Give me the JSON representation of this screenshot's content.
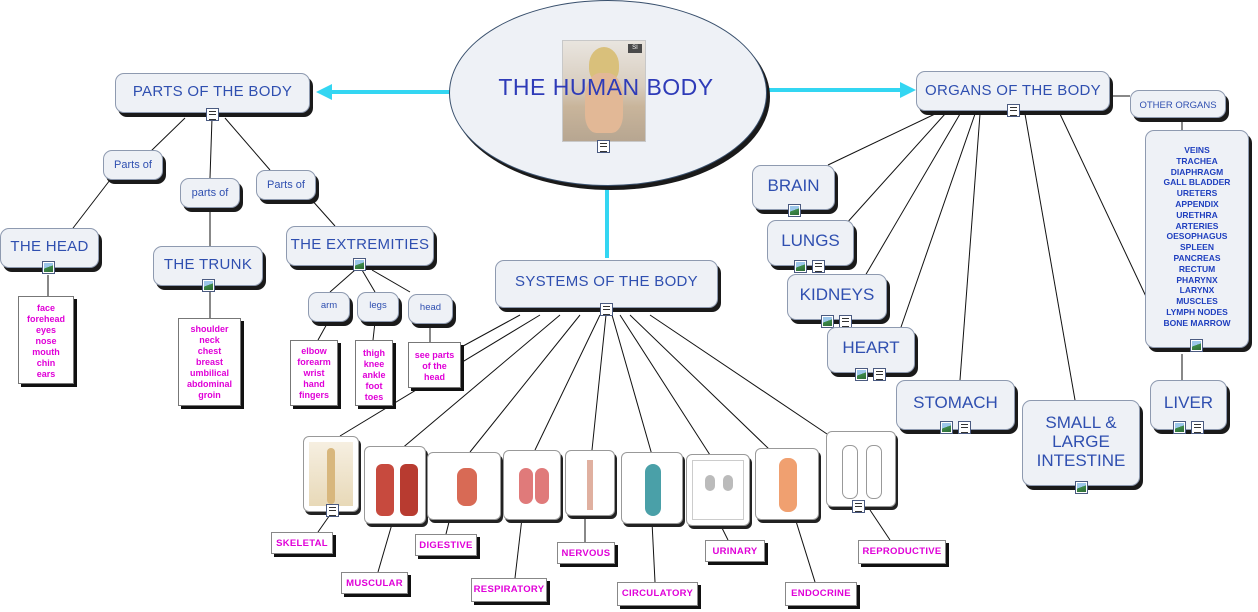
{
  "title": "THE HUMAN BODY",
  "branches": {
    "parts": "PARTS OF THE BODY",
    "systems": "SYSTEMS OF THE BODY",
    "organs": "ORGANS OF THE BODY",
    "other_organs": "OTHER ORGANS"
  },
  "connectors": {
    "parts_of_1": "Parts of",
    "parts_of_2": "parts of",
    "parts_of_3": "Parts of"
  },
  "parts": {
    "head": "THE HEAD",
    "trunk": "THE TRUNK",
    "extremities": "THE EXTREMITIES",
    "arm": "arm",
    "legs": "legs",
    "head_small": "head"
  },
  "lists": {
    "head": [
      "face",
      "forehead",
      "eyes",
      "nose",
      "mouth",
      "chin",
      "ears"
    ],
    "trunk": [
      "shoulder",
      "neck",
      "chest",
      "breast",
      "umbilical",
      "abdominal",
      "groin"
    ],
    "arm": [
      "elbow",
      "forearm",
      "wrist",
      "hand",
      "fingers"
    ],
    "legs": [
      "thigh",
      "knee",
      "ankle",
      "foot",
      "toes"
    ],
    "head_ref": [
      "see parts",
      "of the",
      "head"
    ],
    "other_organs": [
      "VEINS",
      "TRACHEA",
      "DIAPHRAGM",
      "GALL BLADDER",
      "URETERS",
      "APPENDIX",
      "URETHRA",
      "ARTERIES",
      "OESOPHAGUS",
      "SPLEEN",
      "PANCREAS",
      "RECTUM",
      "PHARYNX",
      "LARYNX",
      "MUSCLES",
      "LYMPH NODES",
      "BONE MARROW"
    ]
  },
  "organs": {
    "brain": "BRAIN",
    "lungs": "LUNGS",
    "kidneys": "KIDNEYS",
    "heart": "HEART",
    "stomach": "STOMACH",
    "intestine": [
      "SMALL &",
      "LARGE",
      "INTESTINE"
    ],
    "liver": "LIVER"
  },
  "systems": {
    "skeletal": "SKELETAL",
    "muscular": "MUSCULAR",
    "digestive": "DIGESTIVE",
    "respiratory": "RESPIRATORY",
    "nervous": "NERVOUS",
    "circulatory": "CIRCULATORY",
    "urinary": "URINARY",
    "endocrine": "ENDOCRINE",
    "reproductive": "REPRODUCTIVE"
  },
  "colors": {
    "node_text": "#2f4fb0",
    "list_pink": "#e000d8",
    "arrow_cyan": "#33d6f2",
    "node_bg": "#eef1f6"
  }
}
